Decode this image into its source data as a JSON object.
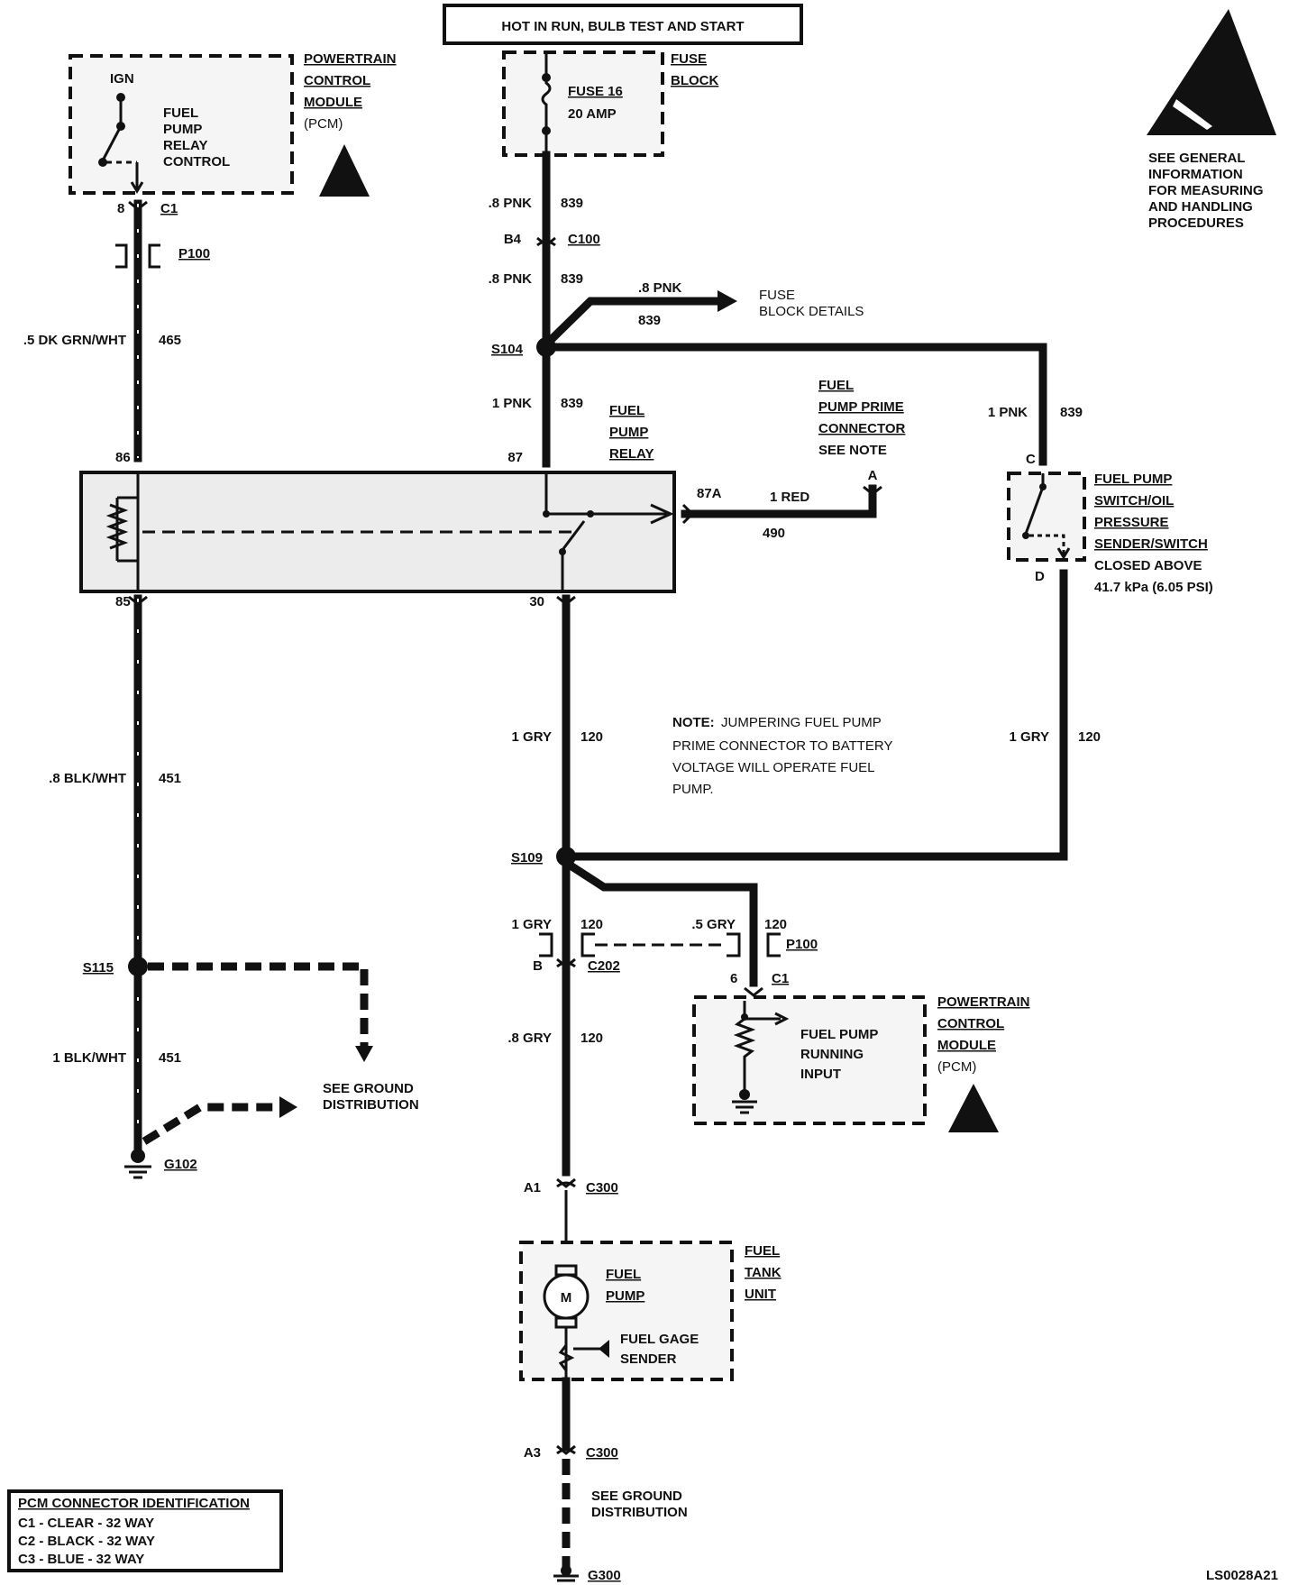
{
  "header": {
    "power_label": "HOT IN RUN, BULB TEST AND START"
  },
  "fuse_block": {
    "fuse": "FUSE 16",
    "rating": "20 AMP",
    "name_1": "FUSE",
    "name_2": "BLOCK"
  },
  "pcm_top": {
    "name": [
      "POWERTRAIN",
      "CONTROL",
      "MODULE",
      "(PCM)"
    ],
    "ign": "IGN",
    "control": [
      "FUEL",
      "PUMP",
      "RELAY",
      "CONTROL"
    ],
    "pin": "8",
    "connector": "C1"
  },
  "esd_note": {
    "lines": [
      "SEE GENERAL",
      "INFORMATION",
      "FOR MEASURING",
      "AND HANDLING",
      "PROCEDURES"
    ]
  },
  "wires": {
    "w465": {
      "gauge": ".5 DK GRN/WHT",
      "circuit": "465"
    },
    "w839a": {
      "gauge": ".8 PNK",
      "circuit": "839"
    },
    "w839b": {
      "gauge": ".8 PNK",
      "circuit": "839"
    },
    "w839c": {
      "gauge": ".8 PNK",
      "circuit": "839"
    },
    "w839d": {
      "gauge": "1 PNK",
      "circuit": "839"
    },
    "w839e": {
      "gauge": "1 PNK",
      "circuit": "839"
    },
    "w490": {
      "gauge": "1 RED",
      "circuit": "490"
    },
    "w451a": {
      "gauge": ".8 BLK/WHT",
      "circuit": "451"
    },
    "w451b": {
      "gauge": "1 BLK/WHT",
      "circuit": "451"
    },
    "w120a": {
      "gauge": "1 GRY",
      "circuit": "120"
    },
    "w120b": {
      "gauge": "1 GRY",
      "circuit": "120"
    },
    "w120c": {
      "gauge": "1 GRY",
      "circuit": "120"
    },
    "w120d": {
      "gauge": ".5 GRY",
      "circuit": "120"
    },
    "w120e": {
      "gauge": ".8 GRY",
      "circuit": "120"
    }
  },
  "connectors": {
    "p100a": "P100",
    "c100": "C100",
    "c100_pin": "B4",
    "c202": "C202",
    "c202_pin": "B",
    "p100b": "P100",
    "c1b": "C1",
    "c1b_pin": "6",
    "c300a": "C300",
    "c300a_pin": "A1",
    "c300b": "C300",
    "c300b_pin": "A3"
  },
  "splices": {
    "s104": "S104",
    "s109": "S109",
    "s115": "S115"
  },
  "grounds": {
    "g102": "G102",
    "g300": "G300",
    "ground_dist_1": [
      "SEE GROUND",
      "DISTRIBUTION"
    ],
    "ground_dist_2": [
      "SEE GROUND",
      "DISTRIBUTION"
    ]
  },
  "fuse_details": [
    "FUSE",
    "BLOCK DETAILS"
  ],
  "relay": {
    "name": [
      "FUEL",
      "PUMP",
      "RELAY"
    ],
    "pin86": "86",
    "pin85": "85",
    "pin87": "87",
    "pin87a": "87A",
    "pin30": "30"
  },
  "prime": {
    "lines": [
      "FUEL",
      "PUMP PRIME",
      "CONNECTOR",
      "SEE NOTE"
    ],
    "pin": "A"
  },
  "oil_switch": {
    "lines": [
      "FUEL PUMP",
      "SWITCH/OIL",
      "PRESSURE",
      "SENDER/SWITCH"
    ],
    "cond": [
      "CLOSED ABOVE",
      "41.7 kPa (6.05 PSI)"
    ],
    "pin_c": "C",
    "pin_d": "D"
  },
  "note": {
    "head": "NOTE:",
    "lines": [
      "JUMPERING FUEL PUMP",
      "PRIME CONNECTOR TO BATTERY",
      "VOLTAGE WILL OPERATE FUEL",
      "PUMP."
    ]
  },
  "pcm_bottom": {
    "name": [
      "POWERTRAIN",
      "CONTROL",
      "MODULE",
      "(PCM)"
    ],
    "input": [
      "FUEL PUMP",
      "RUNNING",
      "INPUT"
    ]
  },
  "fuel_tank": {
    "name": [
      "FUEL",
      "TANK",
      "UNIT"
    ],
    "pump": [
      "FUEL",
      "PUMP"
    ],
    "motor": "M",
    "sender": [
      "FUEL GAGE",
      "SENDER"
    ]
  },
  "pcm_id": {
    "title": "PCM CONNECTOR IDENTIFICATION",
    "rows": [
      "C1 - CLEAR - 32 WAY",
      "C2 - BLACK - 32 WAY",
      "C3 - BLUE - 32 WAY"
    ]
  },
  "diagram_code": "LS0028A21"
}
